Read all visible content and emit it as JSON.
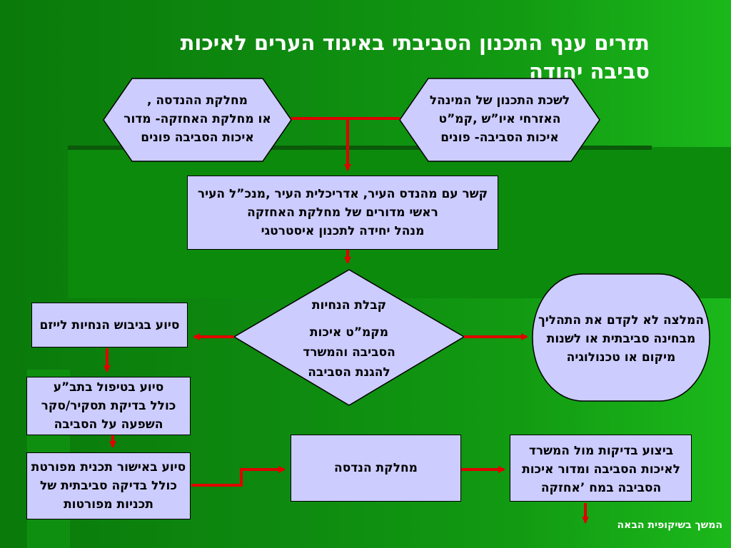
{
  "title": "תזרים ענף התכנון הסביבתי באיגוד הערים לאיכות סביבה יהודה",
  "nodes": {
    "hex_left": [
      "מחלקת ההנדסה ,",
      "או מחלקת האחזקה- מדור",
      "איכות הסביבה פונים"
    ],
    "hex_right": [
      "לשכת התכנון של המינהל",
      "האזרחי איו”ש ,קמ”ט",
      "איכות הסביבה- פונים"
    ],
    "contact": [
      "קשר עם מהנדס העיר, אדריכלית העיר ,מנכ”ל העיר",
      "ראשי מדורים של מחלקת האחזקה",
      "מנהל יחידה לתכנון איסטרטגי"
    ],
    "diamond": [
      "קבלת הנחיות",
      "מקמ”ט איכות",
      "הסביבה והמשרד",
      "להגנת הסביבה"
    ],
    "rounded_right": [
      "המלצה לא לקדם את התהליך",
      "מבחינה סביבתית או לשנות",
      "מיקום או טכנולוגיה"
    ],
    "guidelines": [
      "סיוע בגיבוש הנחיות לייזם"
    ],
    "eia": [
      "סיוע בטיפול בתב”ע",
      "כולל בדיקת תסקיר/סקר",
      "השפעה על הסביבה"
    ],
    "detailed_plan": [
      "סיוע באישור תכנית מפורטת",
      "כולל בדיקה סביבתית של",
      "תכניות מפורטות"
    ],
    "engineering": [
      "מחלקת הנדסה"
    ],
    "inspections": [
      "ביצוע בדיקות מול המשרד",
      "לאיכות הסביבה ומדור איכות",
      "הסביבה במח ’אחזקה"
    ]
  },
  "footer_note": "המשך בשיקופית הבאה",
  "colors": {
    "box_fill": "#ccccff",
    "arrow": "#e00000",
    "title": "#ffffff"
  }
}
